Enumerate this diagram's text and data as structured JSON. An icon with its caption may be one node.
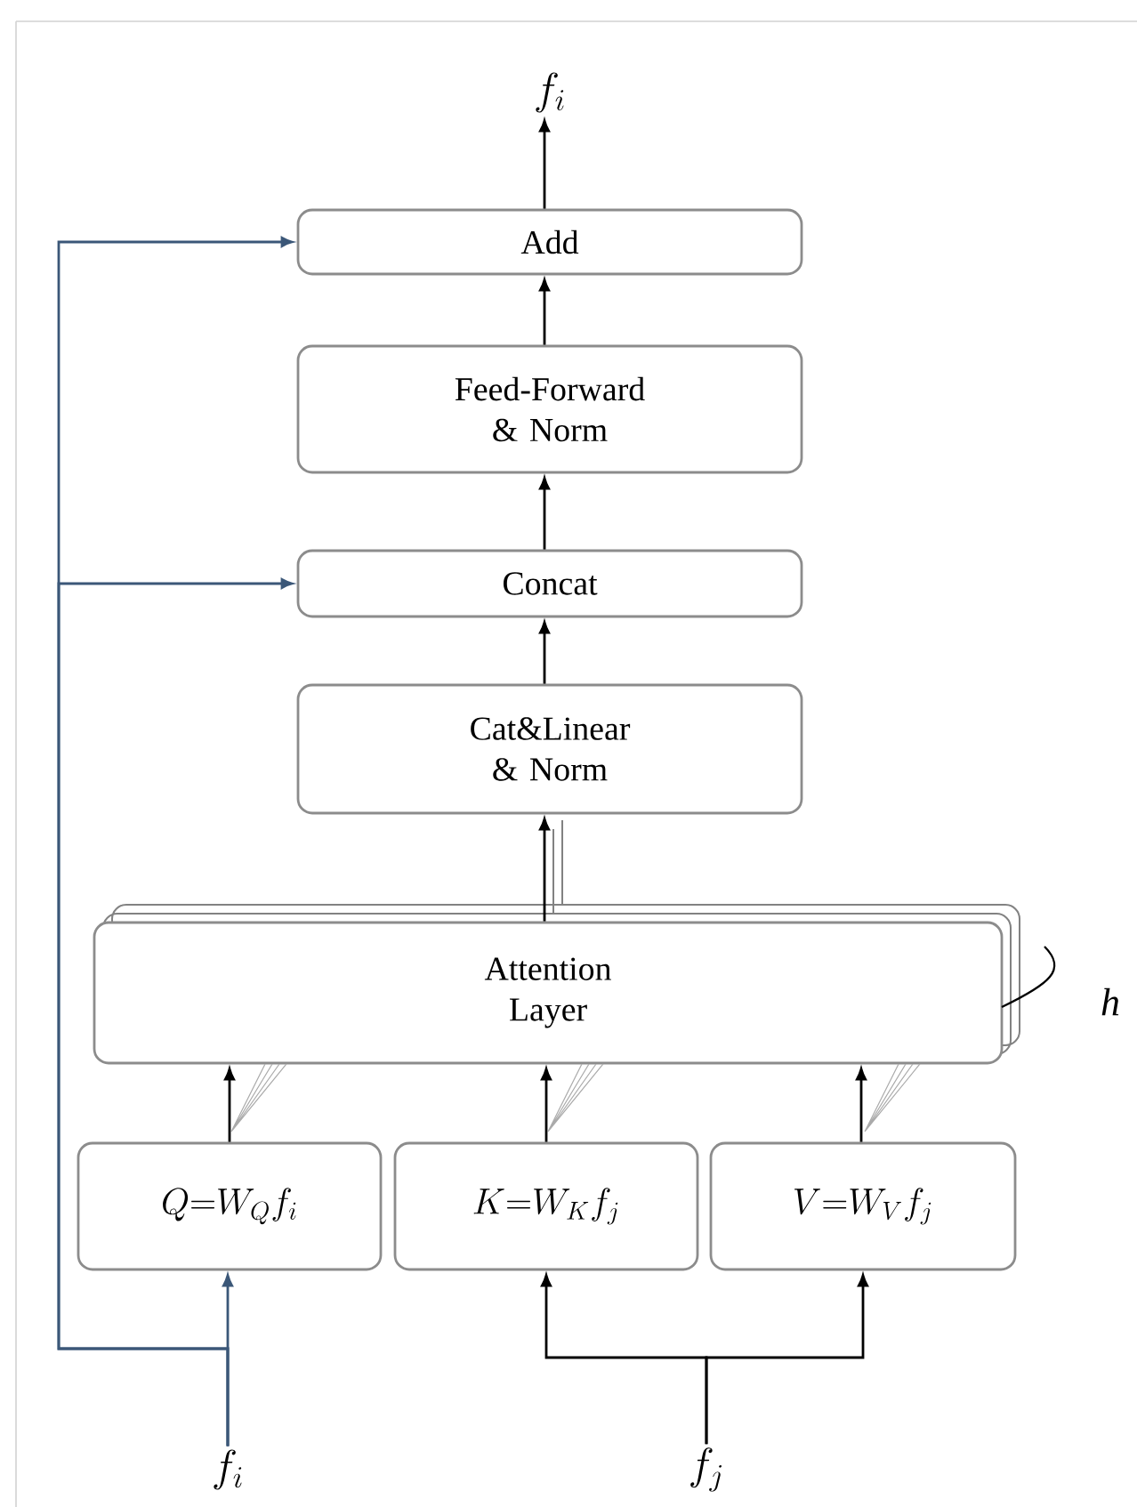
{
  "diagram": {
    "nodes": [
      {
        "text": [
          "f_i"
        ]
      },
      {
        "text": [
          "Add"
        ]
      },
      {
        "text": [
          "Feed-Forward & Norm"
        ]
      },
      {
        "text": [
          "Concat"
        ]
      },
      {
        "text": [
          "Cat&Linear & Norm"
        ]
      },
      {
        "text": [
          "Attention Layer"
        ]
      },
      {
        "text": [
          "Q{=}W_Q f_i"
        ]
      },
      {
        "text": [
          "K{=}W_K f_j"
        ]
      },
      {
        "text": [
          "V{=}W_V f_j"
        ]
      },
      {
        "text": [
          "f_i"
        ]
      },
      {
        "text": [
          "f_j"
        ]
      }
    ],
    "edges": [
      {
        "from": 1,
        "to": 0,
        "arrow": "to"
      },
      {
        "from": 2,
        "to": 1,
        "arrow": "to"
      },
      {
        "from": 3,
        "to": 2,
        "arrow": "to"
      },
      {
        "from": 4,
        "to": 3,
        "arrow": "to"
      },
      {
        "from": 5,
        "to": 4,
        "arrow": "to"
      },
      {
        "from": 6,
        "to": 5,
        "arrow": "to"
      },
      {
        "from": 7,
        "to": 5,
        "arrow": "to"
      },
      {
        "from": 8,
        "to": 5,
        "arrow": "to"
      },
      {
        "from": 9,
        "to": 6,
        "arrow": "to",
        "color": "#3b5778"
      },
      {
        "from": 9,
        "to": 3,
        "arrow": "to",
        "color": "#3b5778"
      },
      {
        "from": 9,
        "to": 1,
        "arrow": "to",
        "color": "#3b5778"
      },
      {
        "from": 10,
        "to": 7,
        "arrow": "to"
      },
      {
        "from": 10,
        "to": 8,
        "arrow": "to"
      }
    ],
    "labels": [
      "h"
    ]
  }
}
